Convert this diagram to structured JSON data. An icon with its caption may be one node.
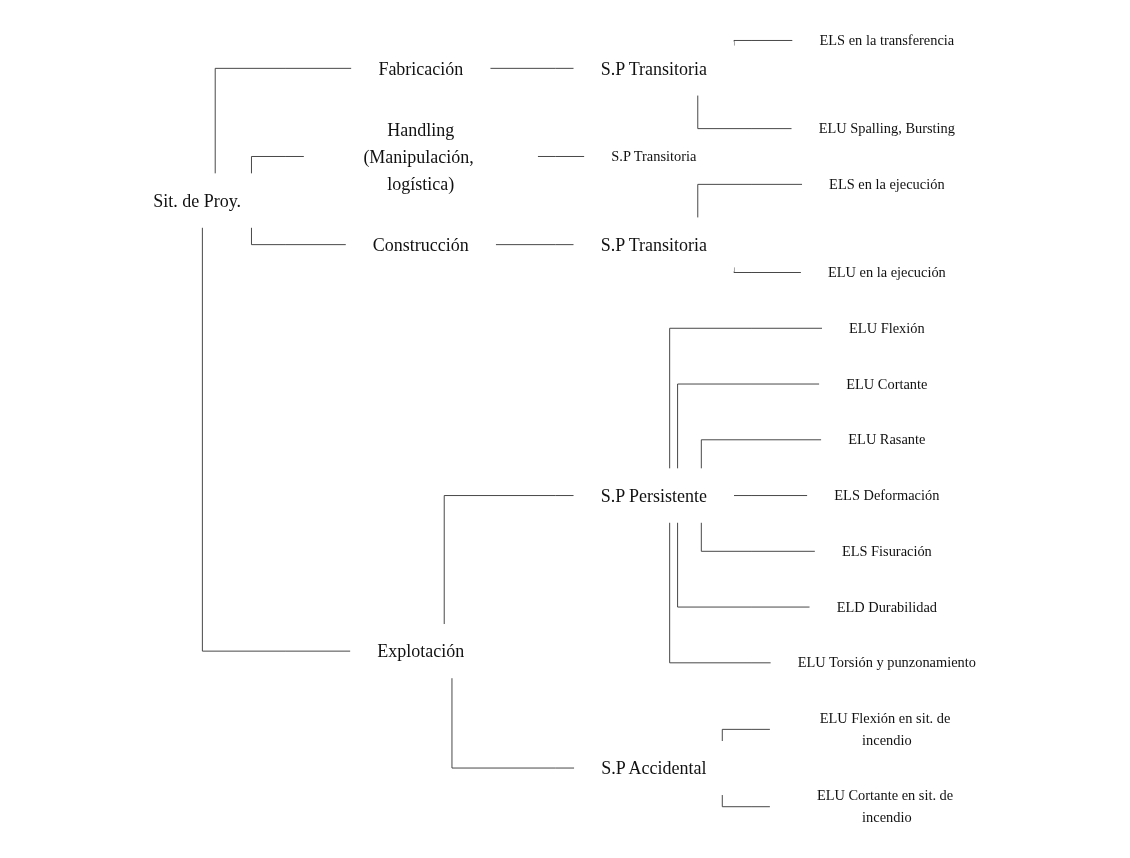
{
  "diagram": {
    "nodes": [
      {
        "text": [
          "Sit. de Proy."
        ]
      },
      {
        "text": [
          "Fabricación"
        ]
      },
      {
        "text": [
          "S.P Transitoria"
        ]
      },
      {
        "text": [
          "ELS en la transferencia"
        ]
      },
      {
        "text": [
          "ELU Spalling, Bursting"
        ]
      },
      {
        "text": [
          "Handling",
          "(Manipulación, logística)"
        ]
      },
      {
        "text": [
          "S.P Transitoria"
        ]
      },
      {
        "text": [
          "Construcción"
        ]
      },
      {
        "text": [
          "S.P Transitoria"
        ]
      },
      {
        "text": [
          "ELS en la ejecución"
        ]
      },
      {
        "text": [
          "ELU en la ejecución"
        ]
      },
      {
        "text": [
          "Explotación"
        ]
      },
      {
        "text": [
          "S.P Persistente"
        ]
      },
      {
        "text": [
          "ELU Flexión"
        ]
      },
      {
        "text": [
          "ELU Cortante"
        ]
      },
      {
        "text": [
          "ELU Rasante"
        ]
      },
      {
        "text": [
          "ELS Deformación"
        ]
      },
      {
        "text": [
          "ELS Fisuración"
        ]
      },
      {
        "text": [
          "ELD Durabilidad"
        ]
      },
      {
        "text": [
          "ELU Torsión y punzonamiento"
        ]
      },
      {
        "text": [
          "S.P Accidental"
        ]
      },
      {
        "text": [
          "ELU Flexión en sit. de incendio"
        ]
      },
      {
        "text": [
          "ELU Cortante en sit. de incendio"
        ]
      }
    ],
    "edges": [
      {
        "from": 0,
        "to": 1,
        "arrow": "none"
      },
      {
        "from": 0,
        "to": 5,
        "arrow": "none"
      },
      {
        "from": 0,
        "to": 7,
        "arrow": "none"
      },
      {
        "from": 0,
        "to": 11,
        "arrow": "none"
      },
      {
        "from": 1,
        "to": 2,
        "arrow": "none"
      },
      {
        "from": 2,
        "to": 3,
        "arrow": "none"
      },
      {
        "from": 2,
        "to": 4,
        "arrow": "none"
      },
      {
        "from": 5,
        "to": 6,
        "arrow": "none"
      },
      {
        "from": 7,
        "to": 8,
        "arrow": "none"
      },
      {
        "from": 8,
        "to": 9,
        "arrow": "none"
      },
      {
        "from": 8,
        "to": 10,
        "arrow": "none"
      },
      {
        "from": 11,
        "to": 12,
        "arrow": "none"
      },
      {
        "from": 11,
        "to": 20,
        "arrow": "none"
      },
      {
        "from": 12,
        "to": 13,
        "arrow": "none"
      },
      {
        "from": 12,
        "to": 14,
        "arrow": "none"
      },
      {
        "from": 12,
        "to": 15,
        "arrow": "none"
      },
      {
        "from": 12,
        "to": 16,
        "arrow": "none"
      },
      {
        "from": 12,
        "to": 17,
        "arrow": "none"
      },
      {
        "from": 12,
        "to": 18,
        "arrow": "none"
      },
      {
        "from": 12,
        "to": 19,
        "arrow": "none"
      },
      {
        "from": 20,
        "to": 21,
        "arrow": "none"
      },
      {
        "from": 20,
        "to": 22,
        "arrow": "none"
      }
    ]
  }
}
